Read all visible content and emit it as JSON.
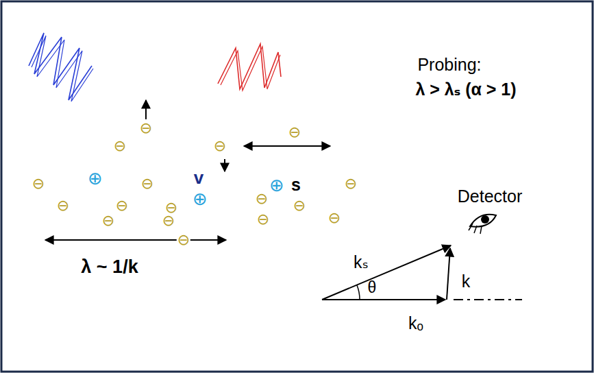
{
  "diagram": {
    "labels": [
      "Probing:",
      "λ > λₛ (α > 1)",
      "v",
      "s",
      "λ ~ 1/k",
      "Detector",
      "kₛ",
      "θ",
      "k",
      "kₒ",
      "⊖",
      "⊖",
      "⊖",
      "⊖",
      "⊖",
      "⊖",
      "⊖",
      "⊖",
      "⊖",
      "⊖",
      "⊖",
      "⊖",
      "⊖",
      "⊖",
      "⊖",
      "⊖",
      "⊖",
      "⊕",
      "⊕",
      "⊕"
    ]
  }
}
